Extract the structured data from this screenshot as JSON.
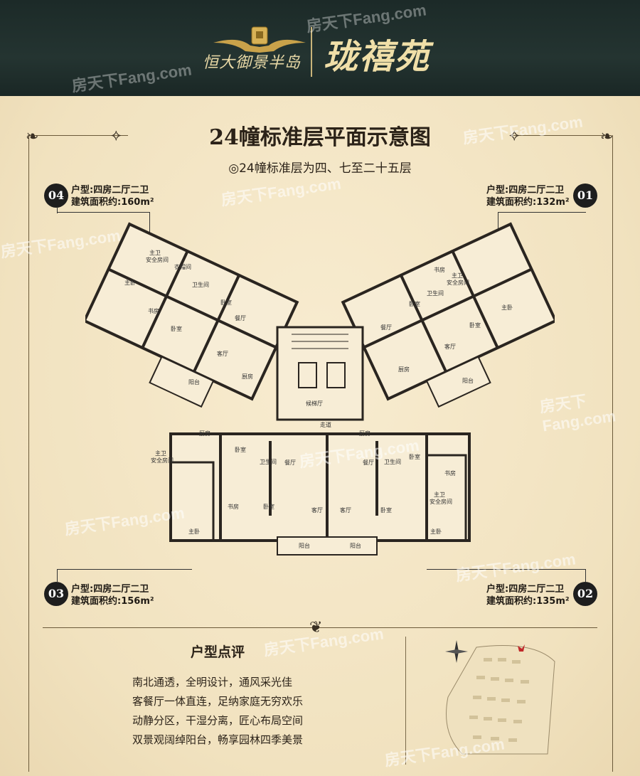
{
  "header": {
    "brand": "恒大御景半岛",
    "title": "珑禧苑"
  },
  "watermarks": [
    "房天下Fang.com",
    "房天下Fang.com",
    "房天下Fang.com",
    "房天下Fang.com",
    "房天下Fang.com",
    "房天下Fang.com",
    "房天下Fang.com",
    "房天下Fang.com",
    "房天下Fang.com",
    "房天下Fang.com",
    "房天下Fang.com"
  ],
  "plan": {
    "title": "24幢标准层平面示意图",
    "subtitle": "◎24幢标准层为四、七至二十五层",
    "units": [
      {
        "num": "04",
        "type": "户型:四房二厅二卫",
        "area": "建筑面积约:160m²"
      },
      {
        "num": "01",
        "type": "户型:四房二厅二卫",
        "area": "建筑面积约:132m²"
      },
      {
        "num": "03",
        "type": "户型:四房二厅二卫",
        "area": "建筑面积约:156m²"
      },
      {
        "num": "02",
        "type": "户型:四房二厅二卫",
        "area": "建筑面积约:135m²"
      }
    ],
    "rooms": {
      "master_bath": "主卫",
      "safe_room": "安全房间",
      "cloak": "衣帽间",
      "master_bed": "主卧",
      "bath": "卫生间",
      "bedroom": "卧室",
      "study": "书房",
      "dining": "餐厅",
      "living": "客厅",
      "balcony": "阳台",
      "kitchen": "厨房",
      "lobby": "候梯厅",
      "corridor": "走道"
    }
  },
  "review": {
    "title": "户型点评",
    "lines": [
      "南北通透，全明设计，通风采光佳",
      "客餐厅一体直连，足纳家庭无穷欢乐",
      "动静分区，干湿分离，匠心布局空间",
      "双景观阔绰阳台，畅享园林四季美景"
    ]
  }
}
